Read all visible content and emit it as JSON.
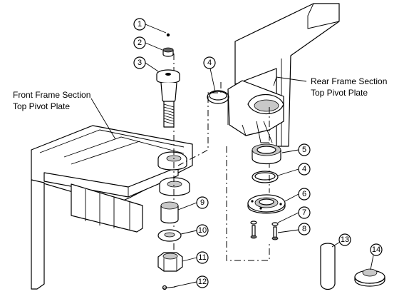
{
  "labels": {
    "front_frame": [
      "Front Frame Section",
      "Top Pivot Plate"
    ],
    "rear_frame": [
      "Rear Frame Section",
      "Top Pivot Plate"
    ]
  },
  "callouts": [
    "1",
    "2",
    "3",
    "4",
    "5",
    "4",
    "6",
    "7",
    "8",
    "9",
    "10",
    "11",
    "12",
    "13",
    "14"
  ]
}
